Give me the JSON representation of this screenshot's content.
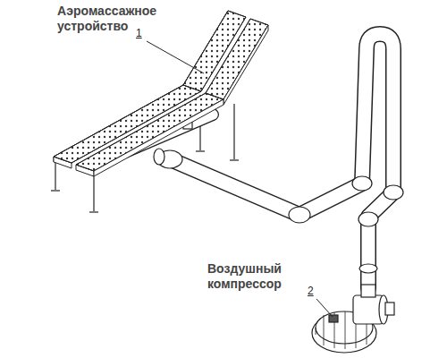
{
  "diagram": {
    "labels": [
      "Аэромассажное устройство",
      "1",
      "Воздушный компрессор",
      "2"
    ]
  }
}
